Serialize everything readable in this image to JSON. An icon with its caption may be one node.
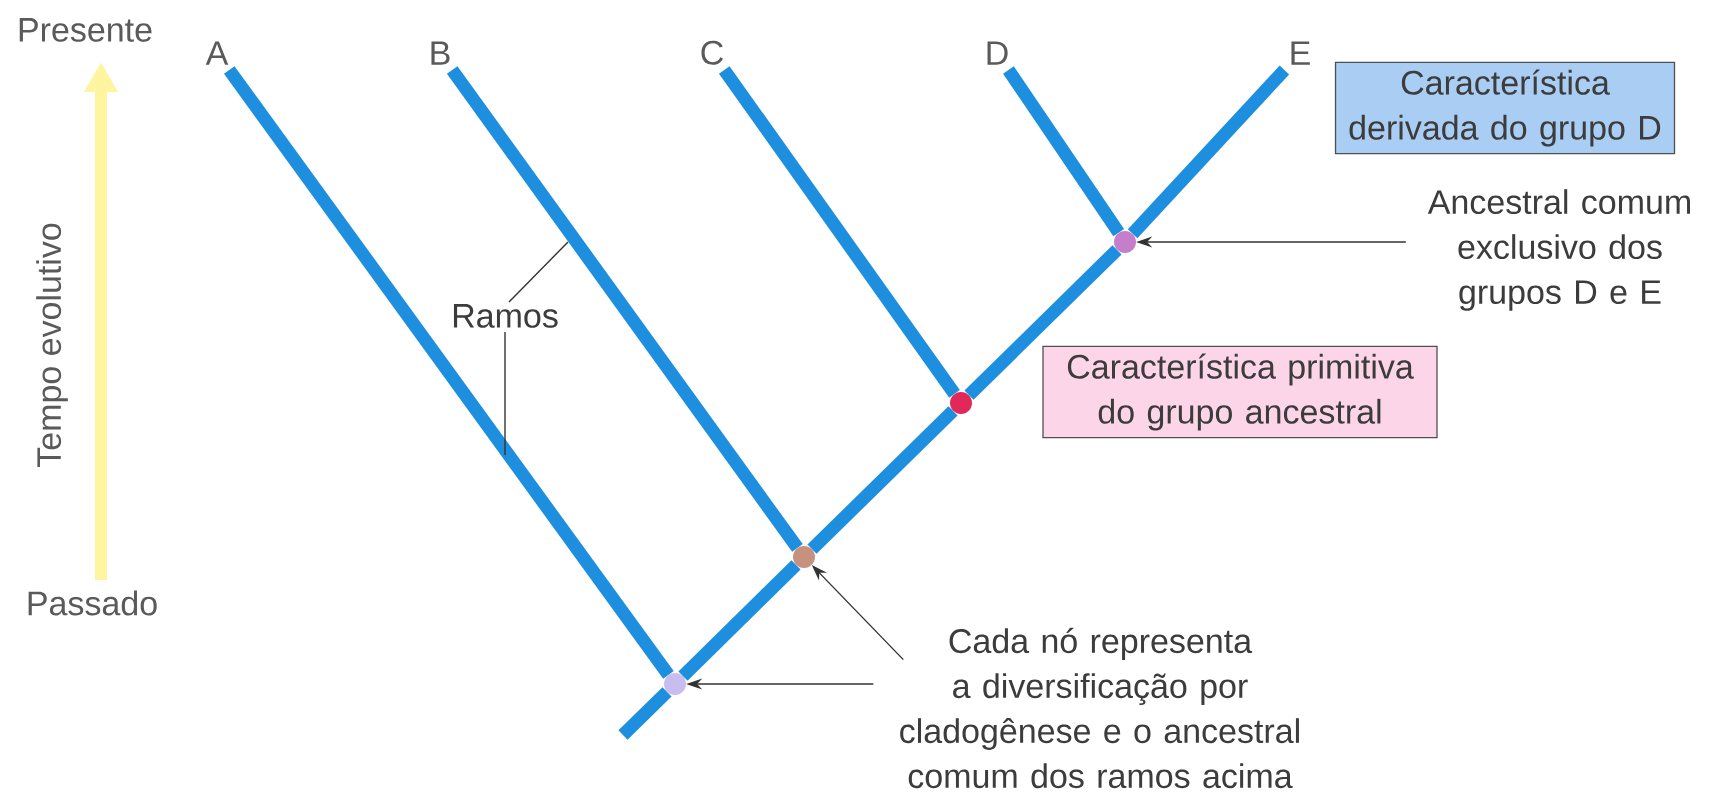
{
  "diagram": {
    "nodes": [
      {
        "text": [
          "A"
        ]
      },
      {
        "text": [
          "B"
        ]
      },
      {
        "text": [
          "C"
        ]
      },
      {
        "text": [
          "D"
        ]
      },
      {
        "text": [
          "E"
        ]
      },
      {
        "text": [
          "Característica derivada do grupo D"
        ]
      },
      {
        "text": [
          "Ancestral comum exclusivo dos grupos D e E"
        ]
      },
      {
        "text": [
          "Característica primitiva do grupo ancestral"
        ]
      },
      {
        "text": [
          "Ramos"
        ]
      },
      {
        "text": [],
        "shape": "circle"
      },
      {
        "text": [],
        "shape": "circle"
      },
      {
        "text": [],
        "shape": "circle"
      },
      {
        "text": [],
        "shape": "circle"
      },
      {
        "text": [
          "Cada nó representa a diversificação por cladogênese e o ancestral comum dos ramos acima"
        ]
      }
    ],
    "edges": [
      {
        "from": 0,
        "to": 12,
        "arrow": "none"
      },
      {
        "from": 1,
        "to": 11,
        "arrow": "none"
      },
      {
        "from": 2,
        "to": 10,
        "arrow": "none"
      },
      {
        "from": 3,
        "to": 9,
        "arrow": "none"
      },
      {
        "from": 12,
        "to": 11,
        "arrow": "none"
      },
      {
        "from": 11,
        "to": 10,
        "arrow": "none"
      },
      {
        "from": 10,
        "to": 9,
        "arrow": "none"
      },
      {
        "from": 9,
        "to": 4,
        "arrow": "none"
      },
      {
        "from": 12,
        "to": null,
        "arrow": "none"
      },
      {
        "from": 6,
        "to": 9,
        "arrow": "to",
        "color": "#333333"
      },
      {
        "from": 13,
        "to": 11,
        "arrow": "to",
        "color": "#333333"
      },
      {
        "from": 13,
        "to": 12,
        "arrow": "to",
        "color": "#333333"
      },
      {
        "from": 8,
        "to": null,
        "arrow": "none",
        "color": "#333333"
      },
      {
        "from": 8,
        "to": null,
        "arrow": "none",
        "color": "#333333"
      }
    ],
    "labels": [
      "Presente",
      "Tempo evolutivo",
      "Passado"
    ]
  }
}
